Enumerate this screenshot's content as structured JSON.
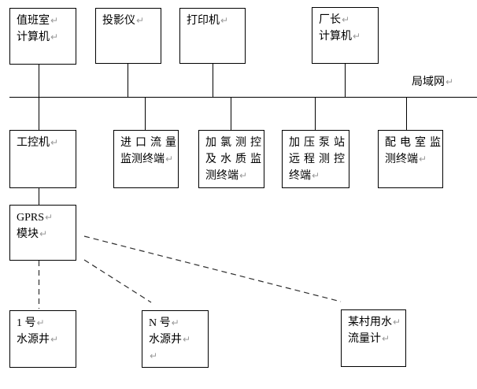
{
  "lan_label": {
    "text": "局域网",
    "mark": "↵"
  },
  "boxes": [
    {
      "id": "duty-room-computer",
      "lines": [
        {
          "text": "值班室",
          "mark": "↵"
        },
        {
          "text": "计算机",
          "mark": "↵"
        }
      ]
    },
    {
      "id": "projector",
      "lines": [
        {
          "text": "投影仪",
          "mark": "↵"
        }
      ]
    },
    {
      "id": "printer",
      "lines": [
        {
          "text": "打印机",
          "mark": "↵"
        }
      ]
    },
    {
      "id": "director-computer",
      "lines": [
        {
          "text": "厂长",
          "mark": "↵"
        },
        {
          "text": "计算机",
          "mark": "↵"
        }
      ]
    },
    {
      "id": "industrial-computer",
      "lines": [
        {
          "text": "工控机",
          "mark": "↵"
        }
      ]
    },
    {
      "id": "inlet-flow-monitoring-terminal",
      "lines": [
        {
          "text": "进口流量",
          "mark": ""
        },
        {
          "text": "监测终端",
          "mark": "↵"
        }
      ]
    },
    {
      "id": "chlorination-water-quality-terminal",
      "lines": [
        {
          "text": "加氯测控",
          "mark": ""
        },
        {
          "text": "及水质监",
          "mark": ""
        },
        {
          "text": "测终端",
          "mark": "↵"
        }
      ]
    },
    {
      "id": "pump-station-remote-terminal",
      "lines": [
        {
          "text": "加压泵站",
          "mark": ""
        },
        {
          "text": "远程测控",
          "mark": ""
        },
        {
          "text": "终端",
          "mark": "↵"
        }
      ]
    },
    {
      "id": "power-distribution-room-terminal",
      "lines": [
        {
          "text": "配电室监",
          "mark": ""
        },
        {
          "text": "测终端",
          "mark": "↵"
        }
      ]
    },
    {
      "id": "gprs-module",
      "lines": [
        {
          "text": "GPRS",
          "mark": "↵"
        },
        {
          "text": "模块",
          "mark": "↵"
        }
      ]
    },
    {
      "id": "well-1",
      "lines": [
        {
          "text": "1 号",
          "mark": "↵"
        },
        {
          "text": "水源井",
          "mark": "↵"
        }
      ]
    },
    {
      "id": "well-n",
      "lines": [
        {
          "text": "N 号",
          "mark": "↵"
        },
        {
          "text": "水源井",
          "mark": "↵"
        },
        {
          "text": "",
          "mark": "↵"
        }
      ]
    },
    {
      "id": "village-flow-meter",
      "lines": [
        {
          "text": "某村用水",
          "mark": "↵"
        },
        {
          "text": "流量计",
          "mark": "↵"
        }
      ]
    }
  ],
  "colors": {
    "line": "#000000",
    "dashed_link": "#2e2e2e",
    "paragraph_mark": "#9a9a9a",
    "background": "#ffffff"
  }
}
